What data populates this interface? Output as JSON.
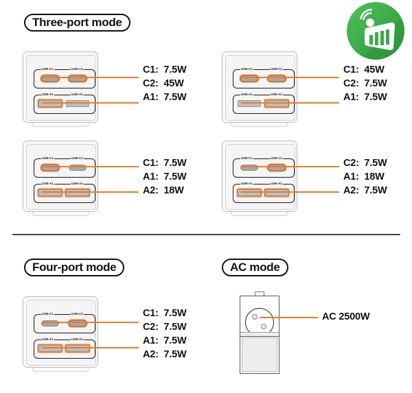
{
  "colors": {
    "highlight": "#F07A22",
    "text": "#111111",
    "logo_green": "#3aaa47"
  },
  "logo": {
    "icon": "green-circle-signal-chart-logo"
  },
  "sections": {
    "three_port": {
      "title": "Three-port mode",
      "panels": [
        {
          "readouts": [
            "C1:  7.5W",
            "C2:  45W",
            "A1:  7.5W"
          ],
          "highlighted_ports": [
            "USB-C1",
            "USB-C2",
            "USB-A1"
          ]
        },
        {
          "readouts": [
            "C1:  45W",
            "C2:  7.5W",
            "A1:  7.5W"
          ],
          "highlighted_ports": [
            "USB-C1",
            "USB-C2",
            "USB-A2"
          ]
        },
        {
          "readouts": [
            "C1:  7.5W",
            "A1:  7.5W",
            "A2:  18W"
          ],
          "highlighted_ports": [
            "USB-C1",
            "USB-A1",
            "USB-A2"
          ]
        },
        {
          "readouts": [
            "C2:  7.5W",
            "A1:  18W",
            "A2:  7.5W"
          ],
          "highlighted_ports": [
            "USB-C2",
            "USB-A1",
            "USB-A2"
          ]
        }
      ]
    },
    "four_port": {
      "title": "Four-port mode",
      "panels": [
        {
          "readouts": [
            "C1:  7.5W",
            "C2:  7.5W",
            "A1:  7.5W",
            "A2:  7.5W"
          ],
          "highlighted_ports": [
            "USB-C2",
            "USB-A1",
            "USB-A2"
          ]
        }
      ]
    },
    "ac": {
      "title": "AC mode",
      "readout": "AC 2500W"
    }
  },
  "port_labels": {
    "c1": "USB-C1",
    "c2": "USB-C2",
    "a1": "USB-A1",
    "a2": "USB-A2"
  }
}
